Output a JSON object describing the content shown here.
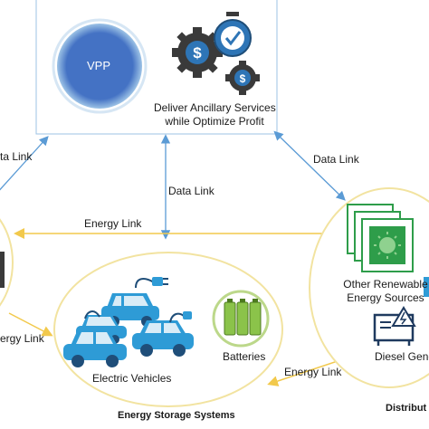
{
  "vpp": {
    "label": "VPP",
    "caption_line1": "Deliver Ancillary Services",
    "caption_line2": "while Optimize Profit"
  },
  "links": {
    "data_link_left": "ta Link",
    "data_link_center": "Data Link",
    "data_link_right": "Data Link",
    "energy_link_top": "Energy Link",
    "energy_link_left": "ergy Link",
    "energy_link_bottom": "Energy Link"
  },
  "storage": {
    "electric_vehicles": "Electric Vehicles",
    "batteries": "Batteries",
    "group_title": "Energy Storage Systems"
  },
  "distributed": {
    "renewables_line1": "Other Renewable",
    "renewables_line2": "Energy Sources",
    "diesel": "Diesel Gene",
    "group_title": "Distribut"
  },
  "colors": {
    "vpp_fill": "#4472c4",
    "vpp_glow": "#9dc3e6",
    "data_link_arrow": "#5b9bd5",
    "energy_link_arrow": "#f2c94c",
    "ellipse_border": "#f2e3a0",
    "car_blue": "#2e9bd6",
    "car_dark": "#1f4e79",
    "gear_dark": "#3a3a3a",
    "money_blue": "#2e75b6",
    "solar_green": "#2e9d4a",
    "battery_green": "#8bc34a"
  },
  "icons": [
    "gear-dollar-icon",
    "stopwatch-icon",
    "plug-icon",
    "battery-icon",
    "solar-panel-icon",
    "diesel-generator-icon"
  ]
}
